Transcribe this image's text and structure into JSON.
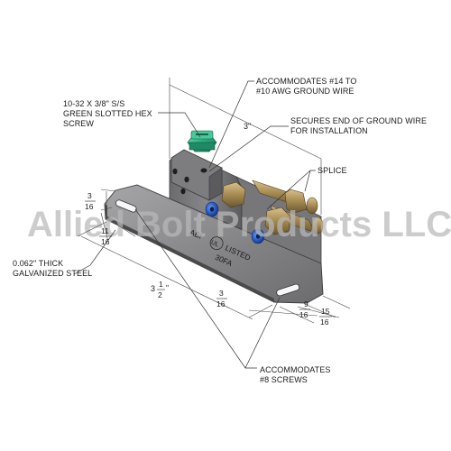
{
  "callouts": {
    "ground_wire_l1": "ACCOMMODATES #14 TO",
    "ground_wire_l2": "#10 AWG GROUND WIRE",
    "screw_l1": "10-32 X 3/8\" S/S",
    "screw_l2": "GREEN SLOTTED HEX",
    "screw_l3": "SCREW",
    "secures_l1": "SECURES END OF GROUND WIRE",
    "secures_l2": "FOR INSTALLATION",
    "splice": "SPLICE",
    "thick_l1": "0.062\" THICK",
    "thick_l2": "GALVANIZED STEEL",
    "screws_l1": "ACCOMMODATES",
    "screws_l2": "#8 SCREWS"
  },
  "dimensions": {
    "height_3": "3\"",
    "slot_3_16_num": "3",
    "slot_3_16_den": "16",
    "slot_11_16_num": "11",
    "slot_11_16_den": "16",
    "length_whole": "3",
    "length_num": "1",
    "length_den": "2",
    "length_unit": "\"",
    "edge_3_16_num": "3",
    "edge_3_16_den": "16",
    "edge_9_16_num": "9",
    "edge_9_16_den": "16",
    "edge_15_16_num": "15",
    "edge_15_16_den": "16"
  },
  "stamp": {
    "abi": "ABI",
    "ul": "UL",
    "listed": "LISTED",
    "code": "30FA"
  },
  "watermark": "Allied Bolt Products LLC",
  "colors": {
    "steel": "#8d8d8f",
    "steel_dark": "#5d5d60",
    "brass": "#a58a52",
    "insulator": "#2a5fc4",
    "screw": "#2aa87d"
  }
}
